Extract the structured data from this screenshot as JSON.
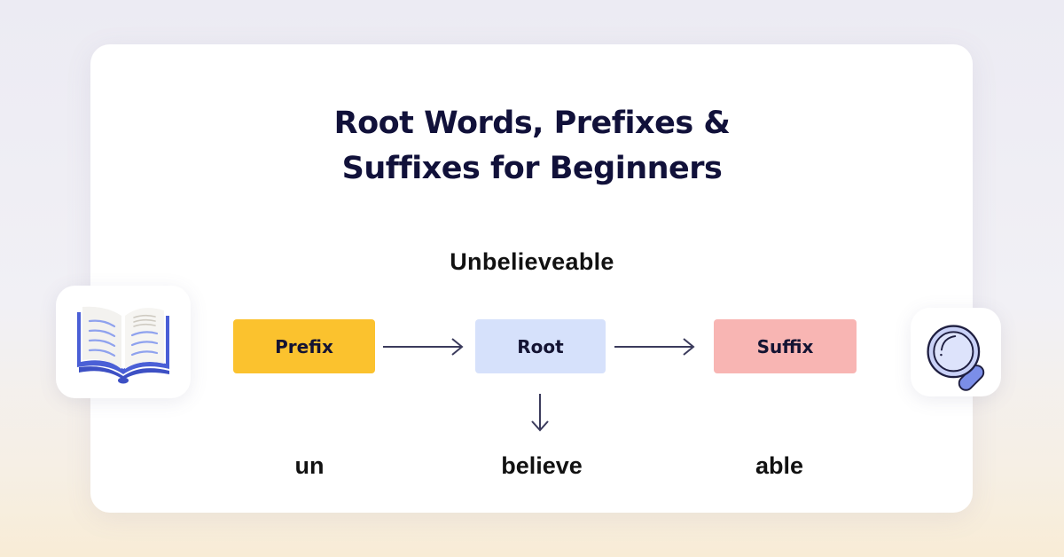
{
  "title": {
    "line1": "Root Words, Prefixes &",
    "line2": "Suffixes for Beginners"
  },
  "example_word": "Unbelieveable",
  "diagram": {
    "boxes": [
      {
        "label": "Prefix",
        "color": "#fbc22e",
        "part": "un"
      },
      {
        "label": "Root",
        "color": "#d6e1fb",
        "part": "believe"
      },
      {
        "label": "Suffix",
        "color": "#f8b5b3",
        "part": "able"
      }
    ],
    "arrow_color": "#3b3b5c"
  },
  "icons": {
    "left": "open-book-icon",
    "right": "magnifying-glass-icon"
  }
}
